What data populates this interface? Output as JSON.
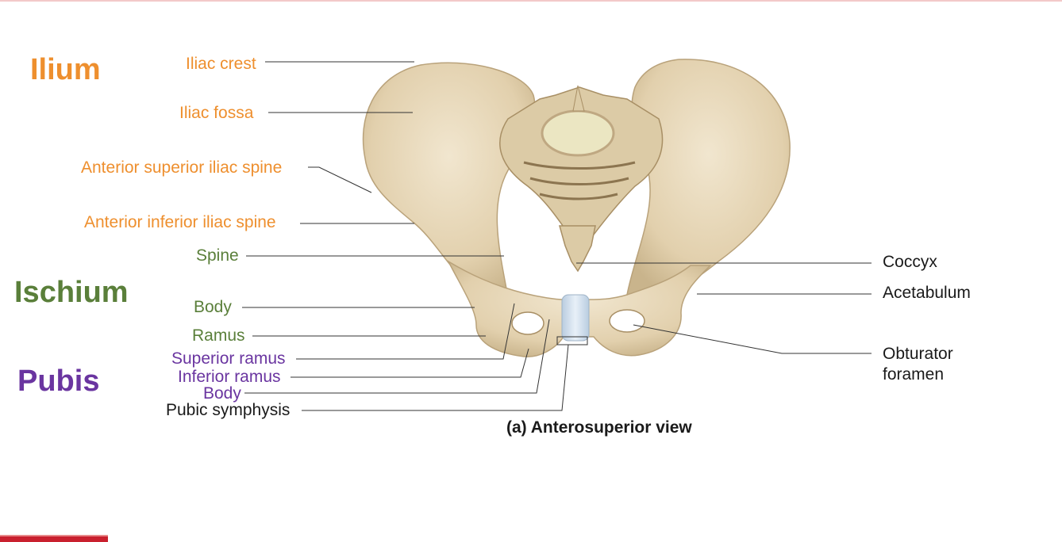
{
  "groups": {
    "ilium": "Ilium",
    "ischium": "Ischium",
    "pubis": "Pubis"
  },
  "ilium_labels": {
    "iliac_crest": "Iliac crest",
    "iliac_fossa": "Iliac fossa",
    "anterior_superior_iliac_spine": "Anterior superior iliac spine",
    "anterior_inferior_iliac_spine": "Anterior inferior iliac spine"
  },
  "ischium_labels": {
    "spine": "Spine",
    "body": "Body",
    "ramus": "Ramus"
  },
  "pubis_labels": {
    "superior_ramus": "Superior ramus",
    "inferior_ramus": "Inferior ramus",
    "body": "Body"
  },
  "other_labels": {
    "pubic_symphysis": "Pubic symphysis",
    "coccyx": "Coccyx",
    "acetabulum": "Acetabulum",
    "obturator_line1": "Obturator",
    "obturator_line2": "foramen"
  },
  "caption": "(a) Anterosuperior view",
  "colors": {
    "ilium": "#ee8f2e",
    "ischium": "#5a7f3a",
    "pubis": "#6a35a0",
    "bone": "#e6d7b8",
    "accent_bar": "#c9202e"
  }
}
